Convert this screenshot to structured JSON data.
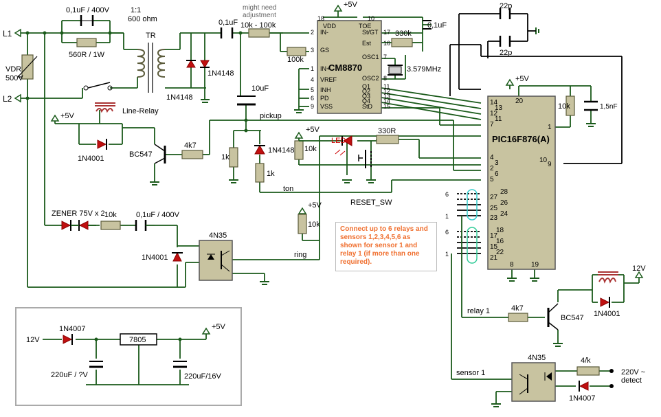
{
  "terminals": {
    "l1": "L1",
    "l2": "L2"
  },
  "labels": {
    "c1": "0,1uF / 400V",
    "r_in": "560R / 1W",
    "vdr": "VDR",
    "vdr_v": "500V",
    "tr_ratio": "1:1",
    "tr_ohm": "600 ohm",
    "tr": "TR",
    "d_pair1": "1N4148",
    "d_pair2": "1N4148",
    "c2": "0,1uF",
    "adj1": "might need",
    "adj2": "adjustment",
    "r_adj": "10k - 100k",
    "r100k": "100k",
    "c10u": "10uF",
    "line_relay": "Line-Relay",
    "plus5": "+5V",
    "d_relay": "1N4001",
    "bc547a": "BC547",
    "r4k7a": "4k7",
    "pickup": "pickup",
    "r1k_a": "1k",
    "d_tone": "1N4148",
    "r1k_b": "1k",
    "ton": "ton",
    "r10k_a": "10k",
    "led": "LED",
    "r330": "330R",
    "reset": "RESET_SW",
    "r10k_b": "10k",
    "ring": "ring",
    "zener": "ZENER 75V x 2",
    "r10k_c": "10k",
    "c3": "0,1uF / 400V",
    "d_opto": "1N4001",
    "opto1": "4N35",
    "cm8870": "CM8870",
    "r330k": "330k",
    "c01u": "0,1uF",
    "xtal": "3.579MHz",
    "c22p_a": "22p",
    "c22p_b": "22p",
    "pic": "PIC16F876(A)",
    "r10k_pic": "10k",
    "c15n": "1,5nF",
    "relay1": "relay 1",
    "r4k7b": "4k7",
    "bc547b": "BC547",
    "d_relay2": "1N4001",
    "v12": "12V",
    "sensor1": "sensor 1",
    "opto2": "4N35",
    "r47k": "4/k",
    "v220": "220V ~",
    "detect": "detect",
    "d_in2": "1N4007",
    "psu_d": "1N4007",
    "psu_12v": "12V",
    "psu_reg": "7805",
    "psu_5v": "+5V",
    "psu_c1": "220uF / ?V",
    "psu_c2": "220uF/16V",
    "n6a": "6",
    "n1a": "1",
    "n6b": "6",
    "n1b": "1"
  },
  "cm8870_pins": {
    "left": [
      {
        "n": "2",
        "t": "IN-"
      },
      {
        "n": "3",
        "t": "GS"
      },
      {
        "n": "1",
        "t": "IN+"
      },
      {
        "n": "4",
        "t": "VREF"
      },
      {
        "n": "5",
        "t": "INH"
      },
      {
        "n": "6",
        "t": "PD"
      },
      {
        "n": "9",
        "t": "VSS"
      }
    ],
    "right": [
      {
        "n": "17",
        "t": "St/GT"
      },
      {
        "n": "16",
        "t": "Est"
      },
      {
        "n": "7",
        "t": "OSC1"
      },
      {
        "n": "8",
        "t": "OSC2"
      },
      {
        "n": "11",
        "t": "Q1"
      },
      {
        "n": "12",
        "t": "Q2"
      },
      {
        "n": "13",
        "t": "Q3"
      },
      {
        "n": "14",
        "t": "Q4"
      },
      {
        "n": "15",
        "t": "StD"
      }
    ],
    "top": [
      {
        "n": "18",
        "t": "VDD"
      },
      {
        "n": "10",
        "t": "TOE"
      }
    ]
  },
  "pic_pins": {
    "left": [
      "14",
      "13",
      "12",
      "11",
      "7",
      "4",
      "3",
      "2",
      "6",
      "5",
      "28",
      "27",
      "26",
      "25",
      "24",
      "23",
      "18",
      "17",
      "16",
      "15",
      "22",
      "21"
    ],
    "top": "20",
    "right": [
      "1",
      "10",
      "9"
    ],
    "bottom": [
      "8",
      "19"
    ]
  },
  "note": "Connect up to 6 relays and sensors 1,2,3,4,5,6 as shown for sensor 1 and relay 1 (if more than one required)."
}
